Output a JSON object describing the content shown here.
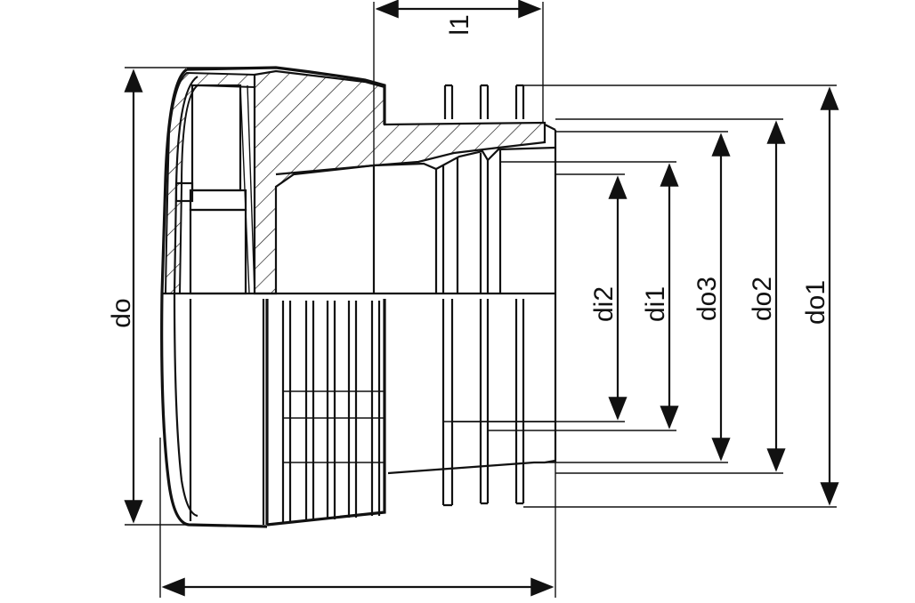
{
  "labels": {
    "do": "do",
    "l1": "l1",
    "di2": "di2",
    "di1": "di1",
    "do3": "do3",
    "do2": "do2",
    "do1": "do1"
  }
}
